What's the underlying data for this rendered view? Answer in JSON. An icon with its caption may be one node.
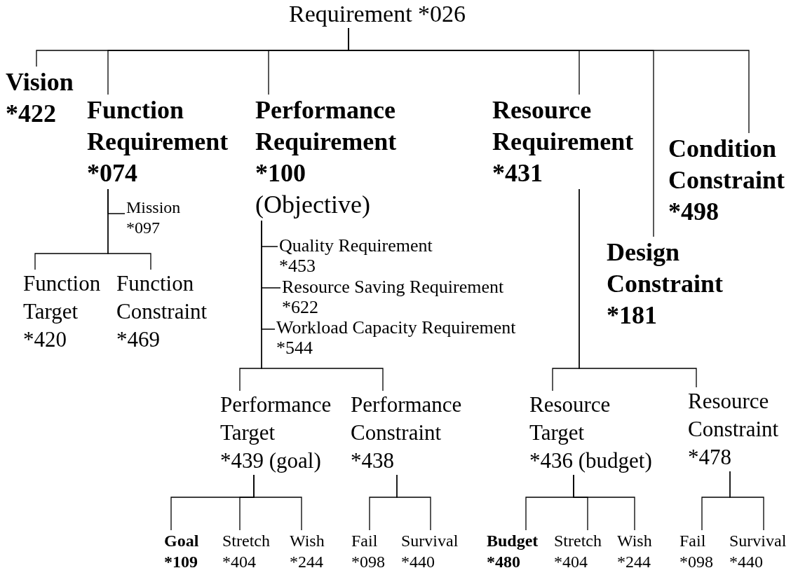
{
  "diagram": {
    "nodes": [
      {
        "text": [
          "Requirement *026"
        ]
      },
      {
        "text": [
          "Vision *422"
        ]
      },
      {
        "text": [
          "Function Requirement *074"
        ]
      },
      {
        "text": [
          "Performance Requirement *100",
          "(Objective)"
        ]
      },
      {
        "text": [
          "Resource Requirement *431"
        ]
      },
      {
        "text": [
          "Design Constraint *181"
        ]
      },
      {
        "text": [
          "Condition Constraint *498"
        ]
      },
      {
        "text": [
          "Mission *097"
        ]
      },
      {
        "text": [
          "Function Target *420"
        ]
      },
      {
        "text": [
          "Function Constraint *469"
        ]
      },
      {
        "text": [
          "Quality Requirement *453"
        ]
      },
      {
        "text": [
          "Resource Saving Requirement *622"
        ]
      },
      {
        "text": [
          "Workload Capacity Requirement *544"
        ]
      },
      {
        "text": [
          "Performance Target *439 (goal)"
        ]
      },
      {
        "text": [
          "Performance Constraint *438"
        ]
      },
      {
        "text": [
          "Resource Target *436 (budget)"
        ]
      },
      {
        "text": [
          "Resource Constraint *478"
        ]
      },
      {
        "text": [
          "Goal *109"
        ]
      },
      {
        "text": [
          "Stretch *404"
        ]
      },
      {
        "text": [
          "Wish *244"
        ]
      },
      {
        "text": [
          "Fail *098"
        ]
      },
      {
        "text": [
          "Survival *440"
        ]
      },
      {
        "text": [
          "Budget *480"
        ]
      },
      {
        "text": [
          "Stretch *404"
        ]
      },
      {
        "text": [
          "Wish *244"
        ]
      },
      {
        "text": [
          "Fail *098"
        ]
      },
      {
        "text": [
          "Survival *440"
        ]
      }
    ],
    "edges": [
      {
        "from": 0,
        "to": 1,
        "arrow": "none"
      },
      {
        "from": 0,
        "to": 2,
        "arrow": "none"
      },
      {
        "from": 0,
        "to": 3,
        "arrow": "none"
      },
      {
        "from": 0,
        "to": 4,
        "arrow": "none"
      },
      {
        "from": 0,
        "to": 5,
        "arrow": "none"
      },
      {
        "from": 0,
        "to": 6,
        "arrow": "none"
      },
      {
        "from": 2,
        "to": 7,
        "arrow": "none"
      },
      {
        "from": 2,
        "to": 8,
        "arrow": "none"
      },
      {
        "from": 2,
        "to": 9,
        "arrow": "none"
      },
      {
        "from": 3,
        "to": 10,
        "arrow": "none"
      },
      {
        "from": 3,
        "to": 11,
        "arrow": "none"
      },
      {
        "from": 3,
        "to": 12,
        "arrow": "none"
      },
      {
        "from": 3,
        "to": 13,
        "arrow": "none"
      },
      {
        "from": 3,
        "to": 14,
        "arrow": "none"
      },
      {
        "from": 4,
        "to": 15,
        "arrow": "none"
      },
      {
        "from": 4,
        "to": 16,
        "arrow": "none"
      },
      {
        "from": 13,
        "to": 17,
        "arrow": "none"
      },
      {
        "from": 13,
        "to": 18,
        "arrow": "none"
      },
      {
        "from": 13,
        "to": 19,
        "arrow": "none"
      },
      {
        "from": 14,
        "to": 20,
        "arrow": "none"
      },
      {
        "from": 14,
        "to": 21,
        "arrow": "none"
      },
      {
        "from": 15,
        "to": 22,
        "arrow": "none"
      },
      {
        "from": 15,
        "to": 23,
        "arrow": "none"
      },
      {
        "from": 15,
        "to": 24,
        "arrow": "none"
      },
      {
        "from": 16,
        "to": 25,
        "arrow": "none"
      },
      {
        "from": 16,
        "to": 26,
        "arrow": "none"
      }
    ]
  }
}
